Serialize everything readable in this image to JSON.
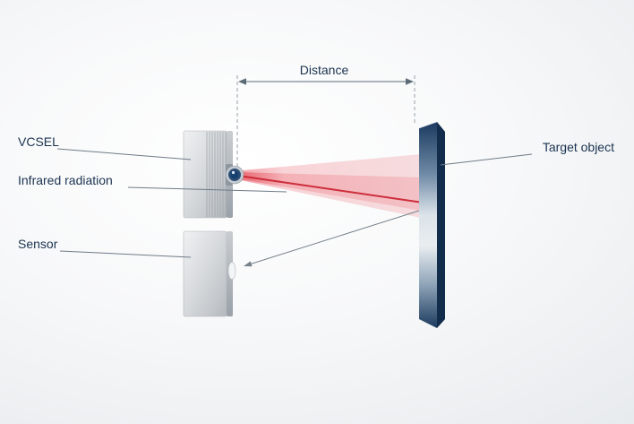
{
  "diagram": {
    "labels": {
      "distance": "Distance",
      "vcsel": "VCSEL",
      "infrared_radiation": "Infrared radiation",
      "sensor": "Sensor",
      "target_object": "Target object"
    },
    "colors": {
      "label_text": "#1b3350",
      "beam_red": "#e0202f",
      "ray_red": "#c9202e",
      "target_navy": "#1b3a5f",
      "target_side_navy": "#122c4c",
      "block_gray": "#d6d9dc",
      "dimension_line_gray": "#5c6b78",
      "leader_line_gray": "#6e7b87",
      "dashed_line_gray": "#98a1a9",
      "background_edge": "#e7eaed"
    }
  }
}
